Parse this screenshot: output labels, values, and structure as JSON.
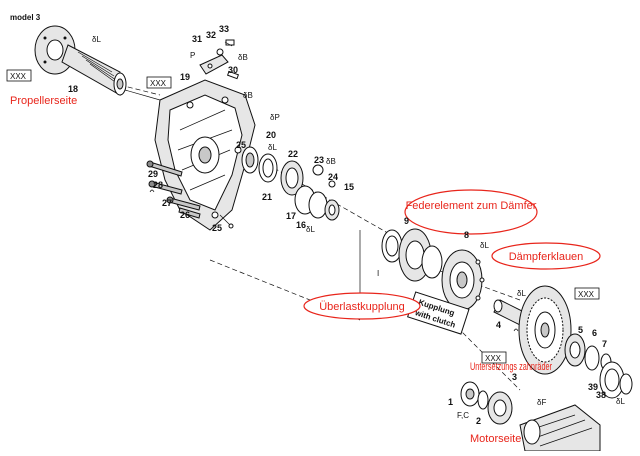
{
  "labels": {
    "model": "model 3",
    "propeller_side": "Propellerseite",
    "motor_side": "Motorseite",
    "spring_element": "Federelement zum Dämfer",
    "damper_claws": "Dämpferklauen",
    "overload_clutch": "Überlastkupplung",
    "reduction_gears": "Untersetzungs zahnräder",
    "kupplung_sticker_line1": "Kupplung",
    "kupplung_sticker_line2": "with clutch",
    "xxx": "XXX"
  },
  "part_numbers": [
    "1",
    "2",
    "3",
    "4",
    "5",
    "6",
    "7",
    "8",
    "9",
    "15",
    "16",
    "17",
    "18",
    "19",
    "20",
    "21",
    "22",
    "23",
    "24",
    "25",
    "25",
    "26",
    "27",
    "28",
    "29",
    "30",
    "31",
    "32",
    "33",
    "38",
    "39"
  ],
  "symbols": {
    "L": "δL",
    "B": "δB",
    "P": "δP",
    "F": "δF",
    "P_plain": "P",
    "I": "I",
    "FC": "F,C"
  },
  "colors": {
    "callout_red": "#e8251b",
    "ink": "#111111"
  }
}
